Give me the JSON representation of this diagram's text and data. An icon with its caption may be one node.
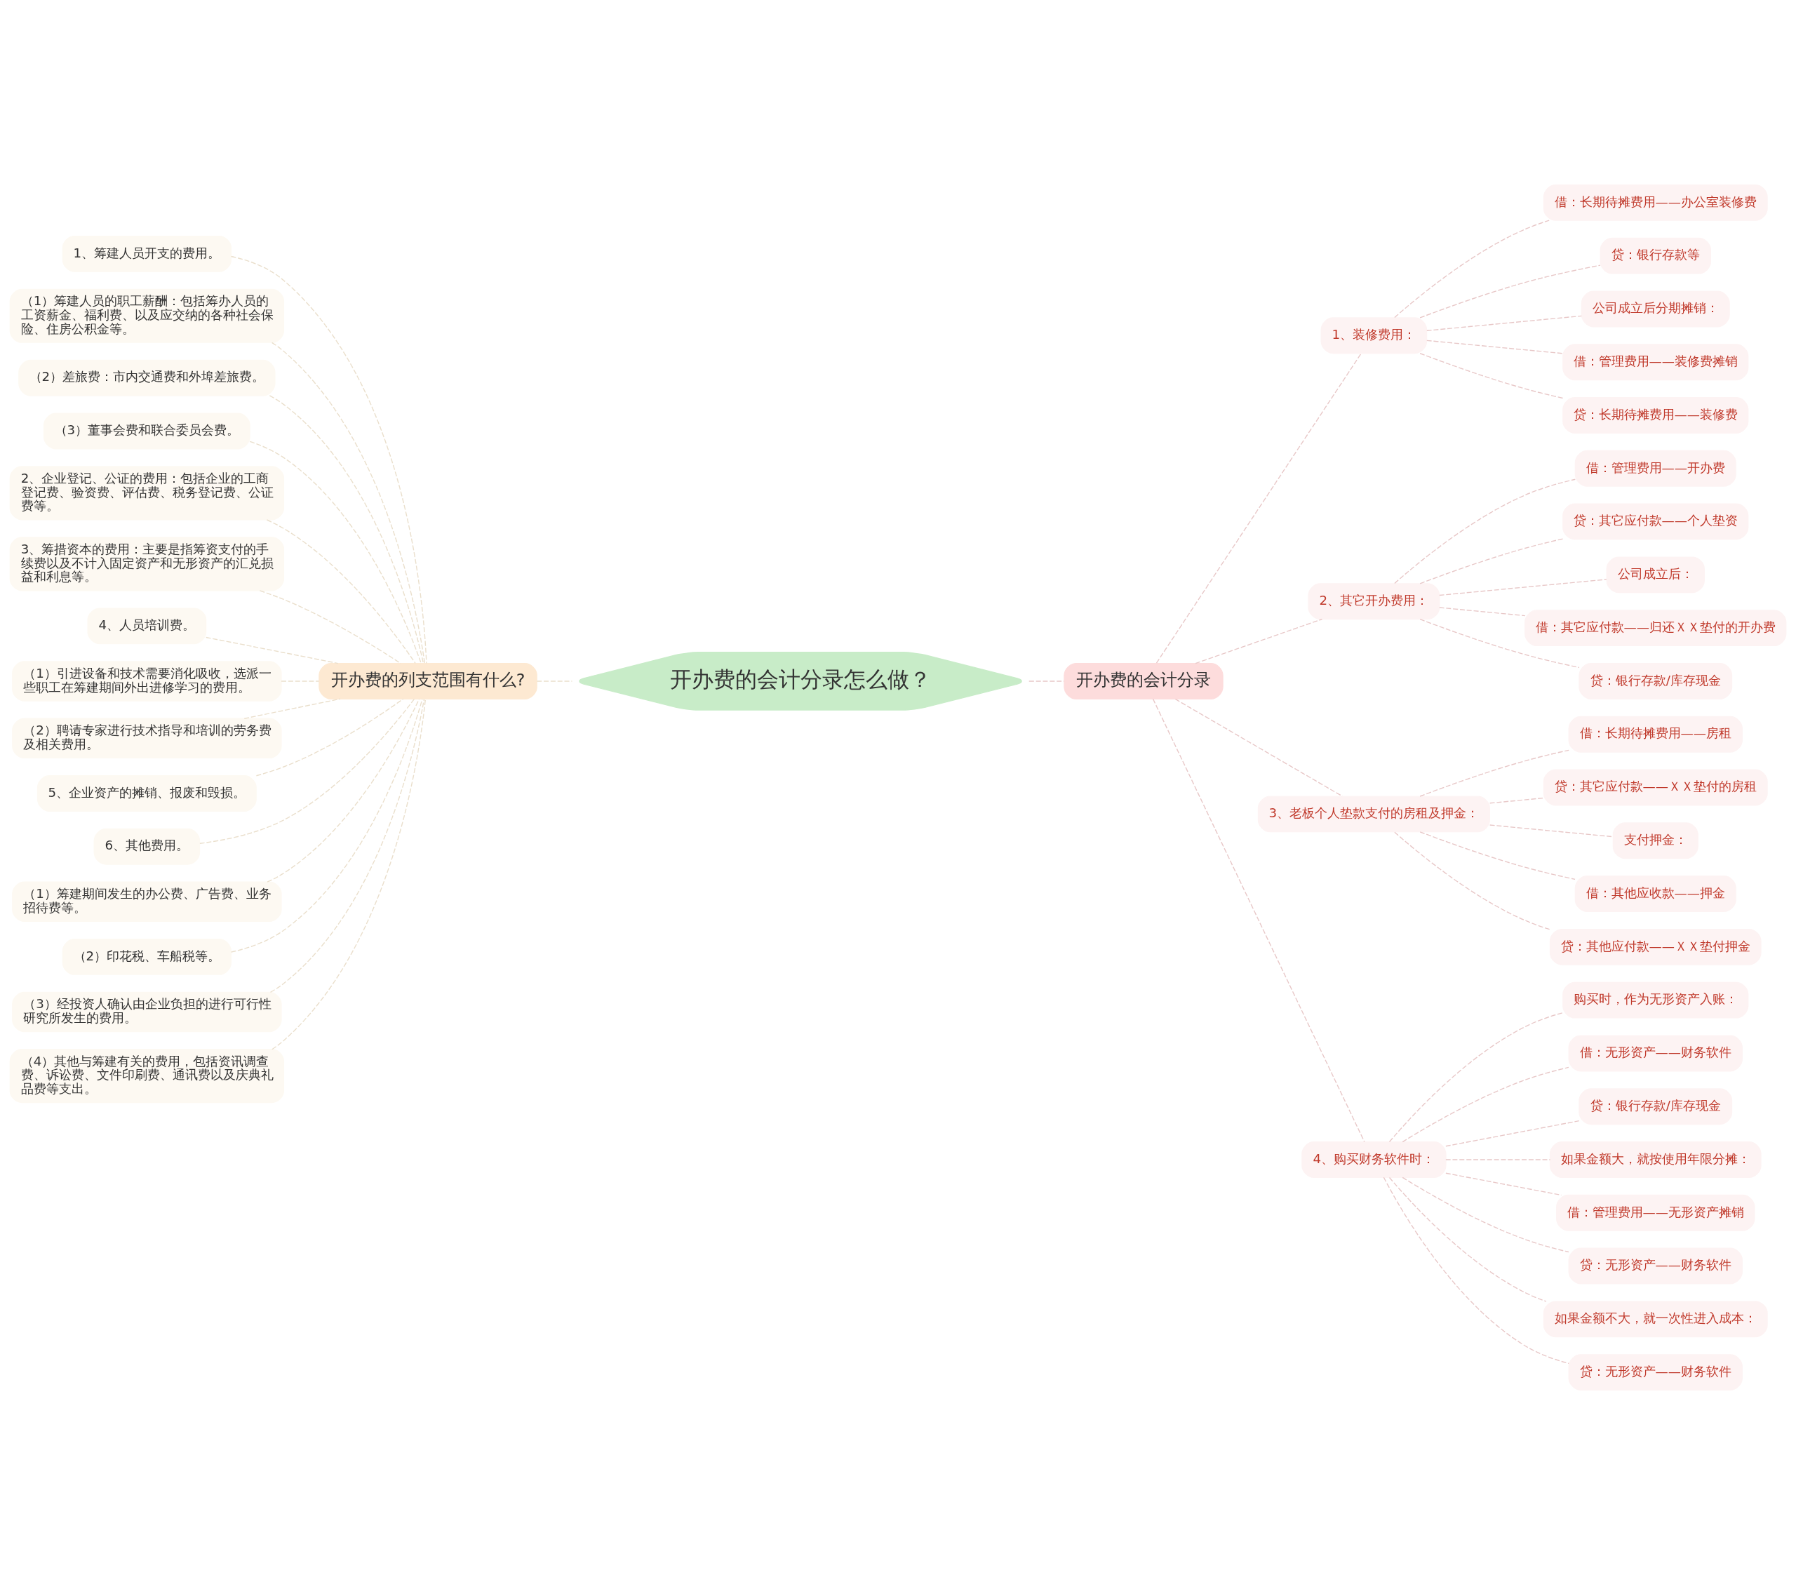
{
  "diagram": {
    "nodes": [
      {
        "text": [
          "开办费的会计分录怎么做？"
        ]
      },
      {
        "text": [
          "开办费的列支范围有什么?"
        ]
      },
      {
        "text": [
          "1、筹建人员开支的费用。"
        ]
      },
      {
        "text": [
          "（1）筹建人员的职工薪酬：包括筹办人员的工资薪金、福利费、以及应交纳的各种社会保险、住房公积金等。"
        ]
      },
      {
        "text": [
          "（2）差旅费：市内交通费和外埠差旅费。"
        ]
      },
      {
        "text": [
          "（3）董事会费和联合委员会费。"
        ]
      },
      {
        "text": [
          "2、企业登记、公证的费用：包括企业的工商登记费、验资费、评估费、税务登记费、公证费等。"
        ]
      },
      {
        "text": [
          "3、筹措资本的费用：主要是指筹资支付的手续费以及不计入固定资产和无形资产的汇兑损益和利息等。"
        ]
      },
      {
        "text": [
          "4、人员培训费。"
        ]
      },
      {
        "text": [
          "（1）引进设备和技术需要消化吸收，选派一些职工在筹建期间外出进修学习的费用。"
        ]
      },
      {
        "text": [
          "（2）聘请专家进行技术指导和培训的劳务费及相关费用。"
        ]
      },
      {
        "text": [
          "5、企业资产的摊销、报废和毁损。"
        ]
      },
      {
        "text": [
          "6、其他费用。"
        ]
      },
      {
        "text": [
          "（1）筹建期间发生的办公费、广告费、业务招待费等。"
        ]
      },
      {
        "text": [
          "（2）印花税、车船税等。"
        ]
      },
      {
        "text": [
          "（3）经投资人确认由企业负担的进行可行性研究所发生的费用。"
        ]
      },
      {
        "text": [
          "（4）其他与筹建有关的费用，包括资讯调查费、诉讼费、文件印刷费、通讯费以及庆典礼品费等支出。"
        ]
      },
      {
        "text": [
          "开办费的会计分录"
        ]
      },
      {
        "text": [
          "1、装修费用："
        ]
      },
      {
        "text": [
          "借：长期待摊费用——办公室装修费"
        ]
      },
      {
        "text": [
          "贷：银行存款等"
        ]
      },
      {
        "text": [
          "公司成立后分期摊销："
        ]
      },
      {
        "text": [
          "借：管理费用——装修费摊销"
        ]
      },
      {
        "text": [
          "贷：长期待摊费用——装修费"
        ]
      },
      {
        "text": [
          "2、其它开办费用："
        ]
      },
      {
        "text": [
          "借：管理费用——开办费"
        ]
      },
      {
        "text": [
          "贷：其它应付款——个人垫资"
        ]
      },
      {
        "text": [
          "公司成立后："
        ]
      },
      {
        "text": [
          "借：其它应付款——归还ＸＸ垫付的开办费"
        ]
      },
      {
        "text": [
          "贷：银行存款/库存现金"
        ]
      },
      {
        "text": [
          "3、老板个人垫款支付的房租及押金："
        ]
      },
      {
        "text": [
          "借：长期待摊费用——房租"
        ]
      },
      {
        "text": [
          "贷：其它应付款——ＸＸ垫付的房租"
        ]
      },
      {
        "text": [
          "支付押金："
        ]
      },
      {
        "text": [
          "借：其他应收款——押金"
        ]
      },
      {
        "text": [
          "贷：其他应付款——ＸＸ垫付押金"
        ]
      },
      {
        "text": [
          "4、购买财务软件时："
        ]
      },
      {
        "text": [
          "购买时，作为无形资产入账："
        ]
      },
      {
        "text": [
          "借：无形资产——财务软件"
        ]
      },
      {
        "text": [
          "贷：银行存款/库存现金"
        ]
      },
      {
        "text": [
          "如果金额大，就按使用年限分摊："
        ]
      },
      {
        "text": [
          "借：管理费用——无形资产摊销"
        ]
      },
      {
        "text": [
          "贷：无形资产——财务软件"
        ]
      },
      {
        "text": [
          "如果金额不大，就一次性进入成本："
        ]
      },
      {
        "text": [
          "贷：无形资产——财务软件"
        ]
      }
    ],
    "edges": [
      {
        "from": 0,
        "to": 1,
        "arrow": "none",
        "style": "dashed"
      },
      {
        "from": 1,
        "to": 2,
        "arrow": "none",
        "style": "dashed"
      },
      {
        "from": 1,
        "to": 3,
        "arrow": "none",
        "style": "dashed"
      },
      {
        "from": 1,
        "to": 4,
        "arrow": "none",
        "style": "dashed"
      },
      {
        "from": 1,
        "to": 5,
        "arrow": "none",
        "style": "dashed"
      },
      {
        "from": 1,
        "to": 6,
        "arrow": "none",
        "style": "dashed"
      },
      {
        "from": 1,
        "to": 7,
        "arrow": "none",
        "style": "dashed"
      },
      {
        "from": 1,
        "to": 8,
        "arrow": "none",
        "style": "dashed"
      },
      {
        "from": 1,
        "to": 9,
        "arrow": "none",
        "style": "dashed"
      },
      {
        "from": 1,
        "to": 10,
        "arrow": "none",
        "style": "dashed"
      },
      {
        "from": 1,
        "to": 11,
        "arrow": "none",
        "style": "dashed"
      },
      {
        "from": 1,
        "to": 12,
        "arrow": "none",
        "style": "dashed"
      },
      {
        "from": 1,
        "to": 13,
        "arrow": "none",
        "style": "dashed"
      },
      {
        "from": 1,
        "to": 14,
        "arrow": "none",
        "style": "dashed"
      },
      {
        "from": 1,
        "to": 15,
        "arrow": "none",
        "style": "dashed"
      },
      {
        "from": 1,
        "to": 16,
        "arrow": "none",
        "style": "dashed"
      },
      {
        "from": 0,
        "to": 17,
        "arrow": "none",
        "style": "dashed"
      },
      {
        "from": 17,
        "to": 18,
        "arrow": "none",
        "style": "dashed"
      },
      {
        "from": 18,
        "to": 19,
        "arrow": "none",
        "style": "dashed"
      },
      {
        "from": 18,
        "to": 20,
        "arrow": "none",
        "style": "dashed"
      },
      {
        "from": 18,
        "to": 21,
        "arrow": "none",
        "style": "dashed"
      },
      {
        "from": 18,
        "to": 22,
        "arrow": "none",
        "style": "dashed"
      },
      {
        "from": 18,
        "to": 23,
        "arrow": "none",
        "style": "dashed"
      },
      {
        "from": 17,
        "to": 24,
        "arrow": "none",
        "style": "dashed"
      },
      {
        "from": 24,
        "to": 25,
        "arrow": "none",
        "style": "dashed"
      },
      {
        "from": 24,
        "to": 26,
        "arrow": "none",
        "style": "dashed"
      },
      {
        "from": 24,
        "to": 27,
        "arrow": "none",
        "style": "dashed"
      },
      {
        "from": 24,
        "to": 28,
        "arrow": "none",
        "style": "dashed"
      },
      {
        "from": 24,
        "to": 29,
        "arrow": "none",
        "style": "dashed"
      },
      {
        "from": 17,
        "to": 30,
        "arrow": "none",
        "style": "dashed"
      },
      {
        "from": 30,
        "to": 31,
        "arrow": "none",
        "style": "dashed"
      },
      {
        "from": 30,
        "to": 32,
        "arrow": "none",
        "style": "dashed"
      },
      {
        "from": 30,
        "to": 33,
        "arrow": "none",
        "style": "dashed"
      },
      {
        "from": 30,
        "to": 34,
        "arrow": "none",
        "style": "dashed"
      },
      {
        "from": 30,
        "to": 35,
        "arrow": "none",
        "style": "dashed"
      },
      {
        "from": 17,
        "to": 36,
        "arrow": "none",
        "style": "dashed"
      },
      {
        "from": 36,
        "to": 37,
        "arrow": "none",
        "style": "dashed"
      },
      {
        "from": 36,
        "to": 38,
        "arrow": "none",
        "style": "dashed"
      },
      {
        "from": 36,
        "to": 39,
        "arrow": "none",
        "style": "dashed"
      },
      {
        "from": 36,
        "to": 40,
        "arrow": "none",
        "style": "dashed"
      },
      {
        "from": 36,
        "to": 41,
        "arrow": "none",
        "style": "dashed"
      },
      {
        "from": 36,
        "to": 42,
        "arrow": "none",
        "style": "dashed"
      },
      {
        "from": 36,
        "to": 43,
        "arrow": "none",
        "style": "dashed"
      },
      {
        "from": 36,
        "to": 44,
        "arrow": "none",
        "style": "dashed"
      }
    ]
  }
}
